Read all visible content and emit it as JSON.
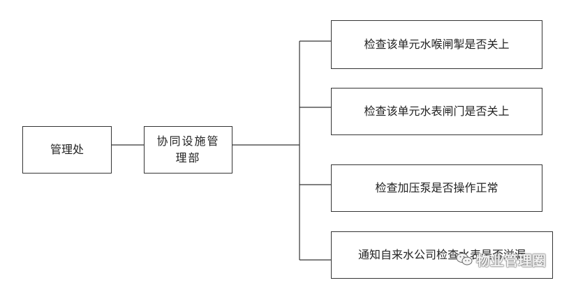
{
  "nodes": {
    "root": "管理处",
    "dept": "协同设施管理部",
    "checks": [
      "检查该单元水喉闸掣是否关上",
      "检查该单元水表闸门是否关上",
      "检查加压泵是否操作正常",
      "通知自来水公司检查水表是否溢漏"
    ]
  },
  "watermark": {
    "text": "物业管理圈",
    "icon": "wechat-icon"
  }
}
